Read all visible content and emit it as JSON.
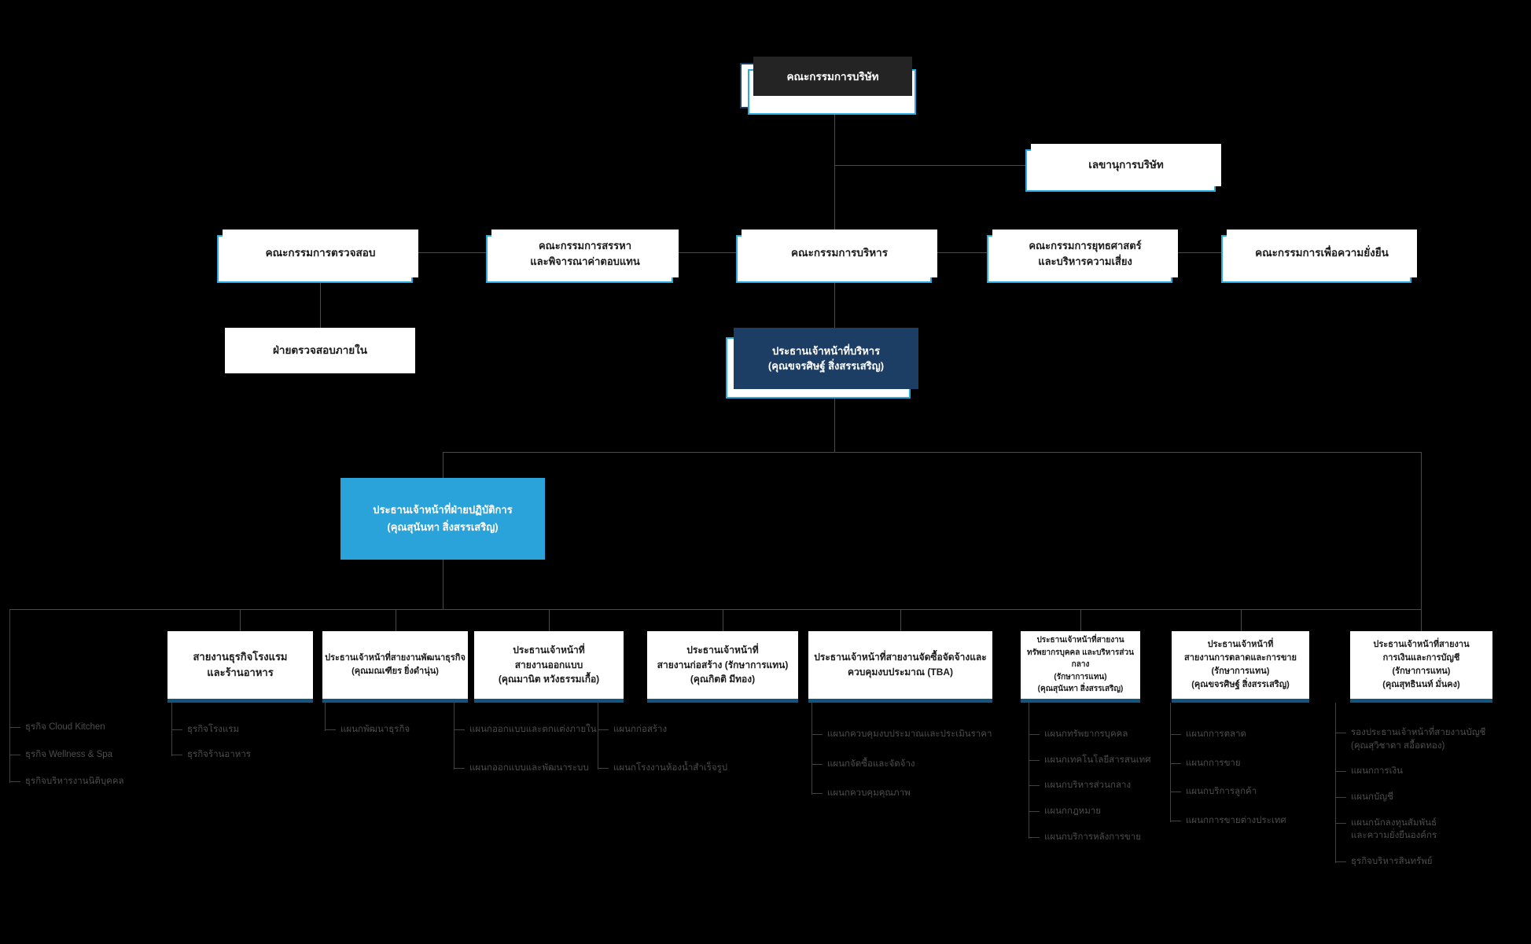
{
  "colors": {
    "background": "#000000",
    "accent_cyan": "#29abe2",
    "navy": "#1d3e64",
    "coo_blue": "#2aa2da",
    "division_border": "#14557f",
    "tooltip_bg": "#242424",
    "connector_gray": "#4a4a4a"
  },
  "board": {
    "label": "คณะกรรมการบริษัท"
  },
  "secretary": {
    "lines": [
      "เลขานุการบริษัท"
    ]
  },
  "committees": [
    {
      "lines": [
        "คณะกรรมการตรวจสอบ"
      ]
    },
    {
      "lines": [
        "คณะกรรมการสรรหา",
        "และพิจารณาค่าตอบแทน"
      ]
    },
    {
      "lines": [
        "คณะกรรมการบริหาร"
      ]
    },
    {
      "lines": [
        "คณะกรรมการยุทธศาสตร์",
        "และบริหารความเสี่ยง"
      ]
    },
    {
      "lines": [
        "คณะกรรมการเพื่อความยั่งยืน"
      ]
    }
  ],
  "internal_audit": {
    "lines": [
      "ฝ่ายตรวจสอบภายใน"
    ]
  },
  "ceo": {
    "lines": [
      "ประธานเจ้าหน้าที่บริหาร",
      "(คุณขจรศิษฐ์ สิ่งสรรเสริญ)"
    ]
  },
  "coo": {
    "lines": [
      "ประธานเจ้าหน้าที่ฝ่ายปฏิบัติการ",
      "(คุณสุนันทา สิ่งสรรเสริญ)"
    ]
  },
  "standalone_businesses": [
    "ธุรกิจ Cloud Kitchen",
    "ธุรกิจ Wellness & Spa",
    "ธุรกิจบริหารงานนิติบุคคล"
  ],
  "divisions": [
    {
      "lines": [
        "สายงานธุรกิจโรงแรม",
        "และร้านอาหาร"
      ],
      "departments": [
        "ธุรกิจโรงแรม",
        "ธุรกิจร้านอาหาร"
      ]
    },
    {
      "lines": [
        "ประธานเจ้าหน้าที่สายงานพัฒนาธุรกิจ",
        "(คุณมณเฑียร ยิ่งดำนุ่น)"
      ],
      "departments": [
        "แผนกพัฒนาธุรกิจ"
      ]
    },
    {
      "lines": [
        "ประธานเจ้าหน้าที่",
        "สายงานออกแบบ",
        "(คุณมานิต หวังธรรมเกื้อ)"
      ],
      "departments": [
        "แผนกออกแบบและตกแต่งภายใน",
        "แผนกออกแบบและพัฒนาระบบ"
      ]
    },
    {
      "lines": [
        "ประธานเจ้าหน้าที่",
        "สายงานก่อสร้าง (รักษาการแทน)",
        "(คุณกิตติ มีทอง)"
      ],
      "departments": [
        "แผนกก่อสร้าง",
        "แผนกโรงงานห้องน้ำสำเร็จรูป"
      ]
    },
    {
      "lines": [
        "ประธานเจ้าหน้าที่สายงานจัดซื้อจัดจ้างและ",
        "ควบคุมงบประมาณ (TBA)"
      ],
      "departments": [
        "แผนกควบคุมงบประมาณและประเมินราคา",
        "แผนกจัดซื้อและจัดจ้าง",
        "แผนกควบคุมคุณภาพ"
      ]
    },
    {
      "lines": [
        "ประธานเจ้าหน้าที่สายงาน",
        "ทรัพยากรบุคคล และบริหารส่วนกลาง",
        "(รักษาการแทน)",
        "(คุณสุนันทา สิ่งสรรเสริญ)"
      ],
      "departments": [
        "แผนกทรัพยากรบุคคล",
        "แผนกเทคโนโลยีสารสนเทศ",
        "แผนกบริหารส่วนกลาง",
        "แผนกกฎหมาย",
        "แผนกบริการหลังการขาย"
      ]
    },
    {
      "lines": [
        "ประธานเจ้าหน้าที่",
        "สายงานการตลาดและการขาย",
        "(รักษาการแทน)",
        "(คุณขจรศิษฐ์ สิ่งสรรเสริญ)"
      ],
      "departments": [
        "แผนกการตลาด",
        "แผนกการขาย",
        "แผนกบริการลูกค้า",
        "แผนกการขายต่างประเทศ"
      ]
    },
    {
      "lines": [
        "ประธานเจ้าหน้าที่สายงาน",
        "การเงินและการบัญชี",
        "(รักษาการแทน)",
        "(คุณสุทธินนท์ มั่นคง)"
      ],
      "departments": [
        [
          "รองประธานเจ้าหน้าที่สายงานบัญชี",
          "(คุณสุวิชาดา สอื้อดทอง)"
        ],
        "แผนกการเงิน",
        "แผนกบัญชี",
        [
          "แผนกนักลงทุนสัมพันธ์",
          "และความยั่งยืนองค์กร"
        ],
        "ธุรกิจบริหารสินทรัพย์"
      ]
    }
  ]
}
